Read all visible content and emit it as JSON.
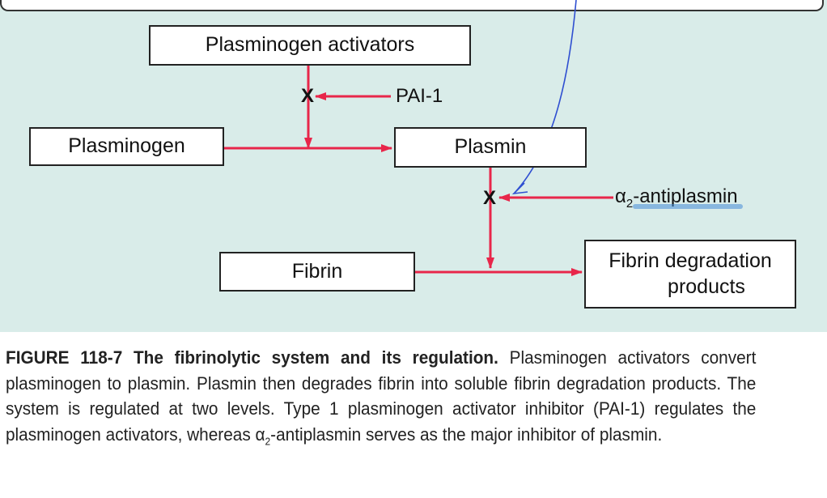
{
  "nodes": {
    "plasminogen_activators": "Plasminogen activators",
    "plasminogen": "Plasminogen",
    "plasmin": "Plasmin",
    "fibrin": "Fibrin",
    "fdp_line1": "Fibrin degradation",
    "fdp_line2": "products"
  },
  "inhibitors": {
    "pai1": "PAI-1",
    "alpha_symbol": "α",
    "alpha_sub": "2",
    "antiplasmin": "-antiplasmin",
    "block_mark": "X"
  },
  "caption": {
    "title": "FIGURE 118-7 The fibrinolytic system and its regulation.",
    "body_1": " Plasminogen activators convert plasminogen to plasmin. Plasmin then degrades fibrin into soluble fibrin degradation products. The system is regulated at two levels. Type 1 plasminogen activator inhibitor (PAI-1) regulates the plasminogen activators, whereas ",
    "alpha_symbol": "α",
    "alpha_sub": "2",
    "body_2": "-antiplasmin serves as the major inhibitor of plasmin."
  },
  "colors": {
    "background": "#d9ece9",
    "arrow": "#e8264a",
    "annotation": "#2f4fd1",
    "highlight": "#468cd7"
  }
}
